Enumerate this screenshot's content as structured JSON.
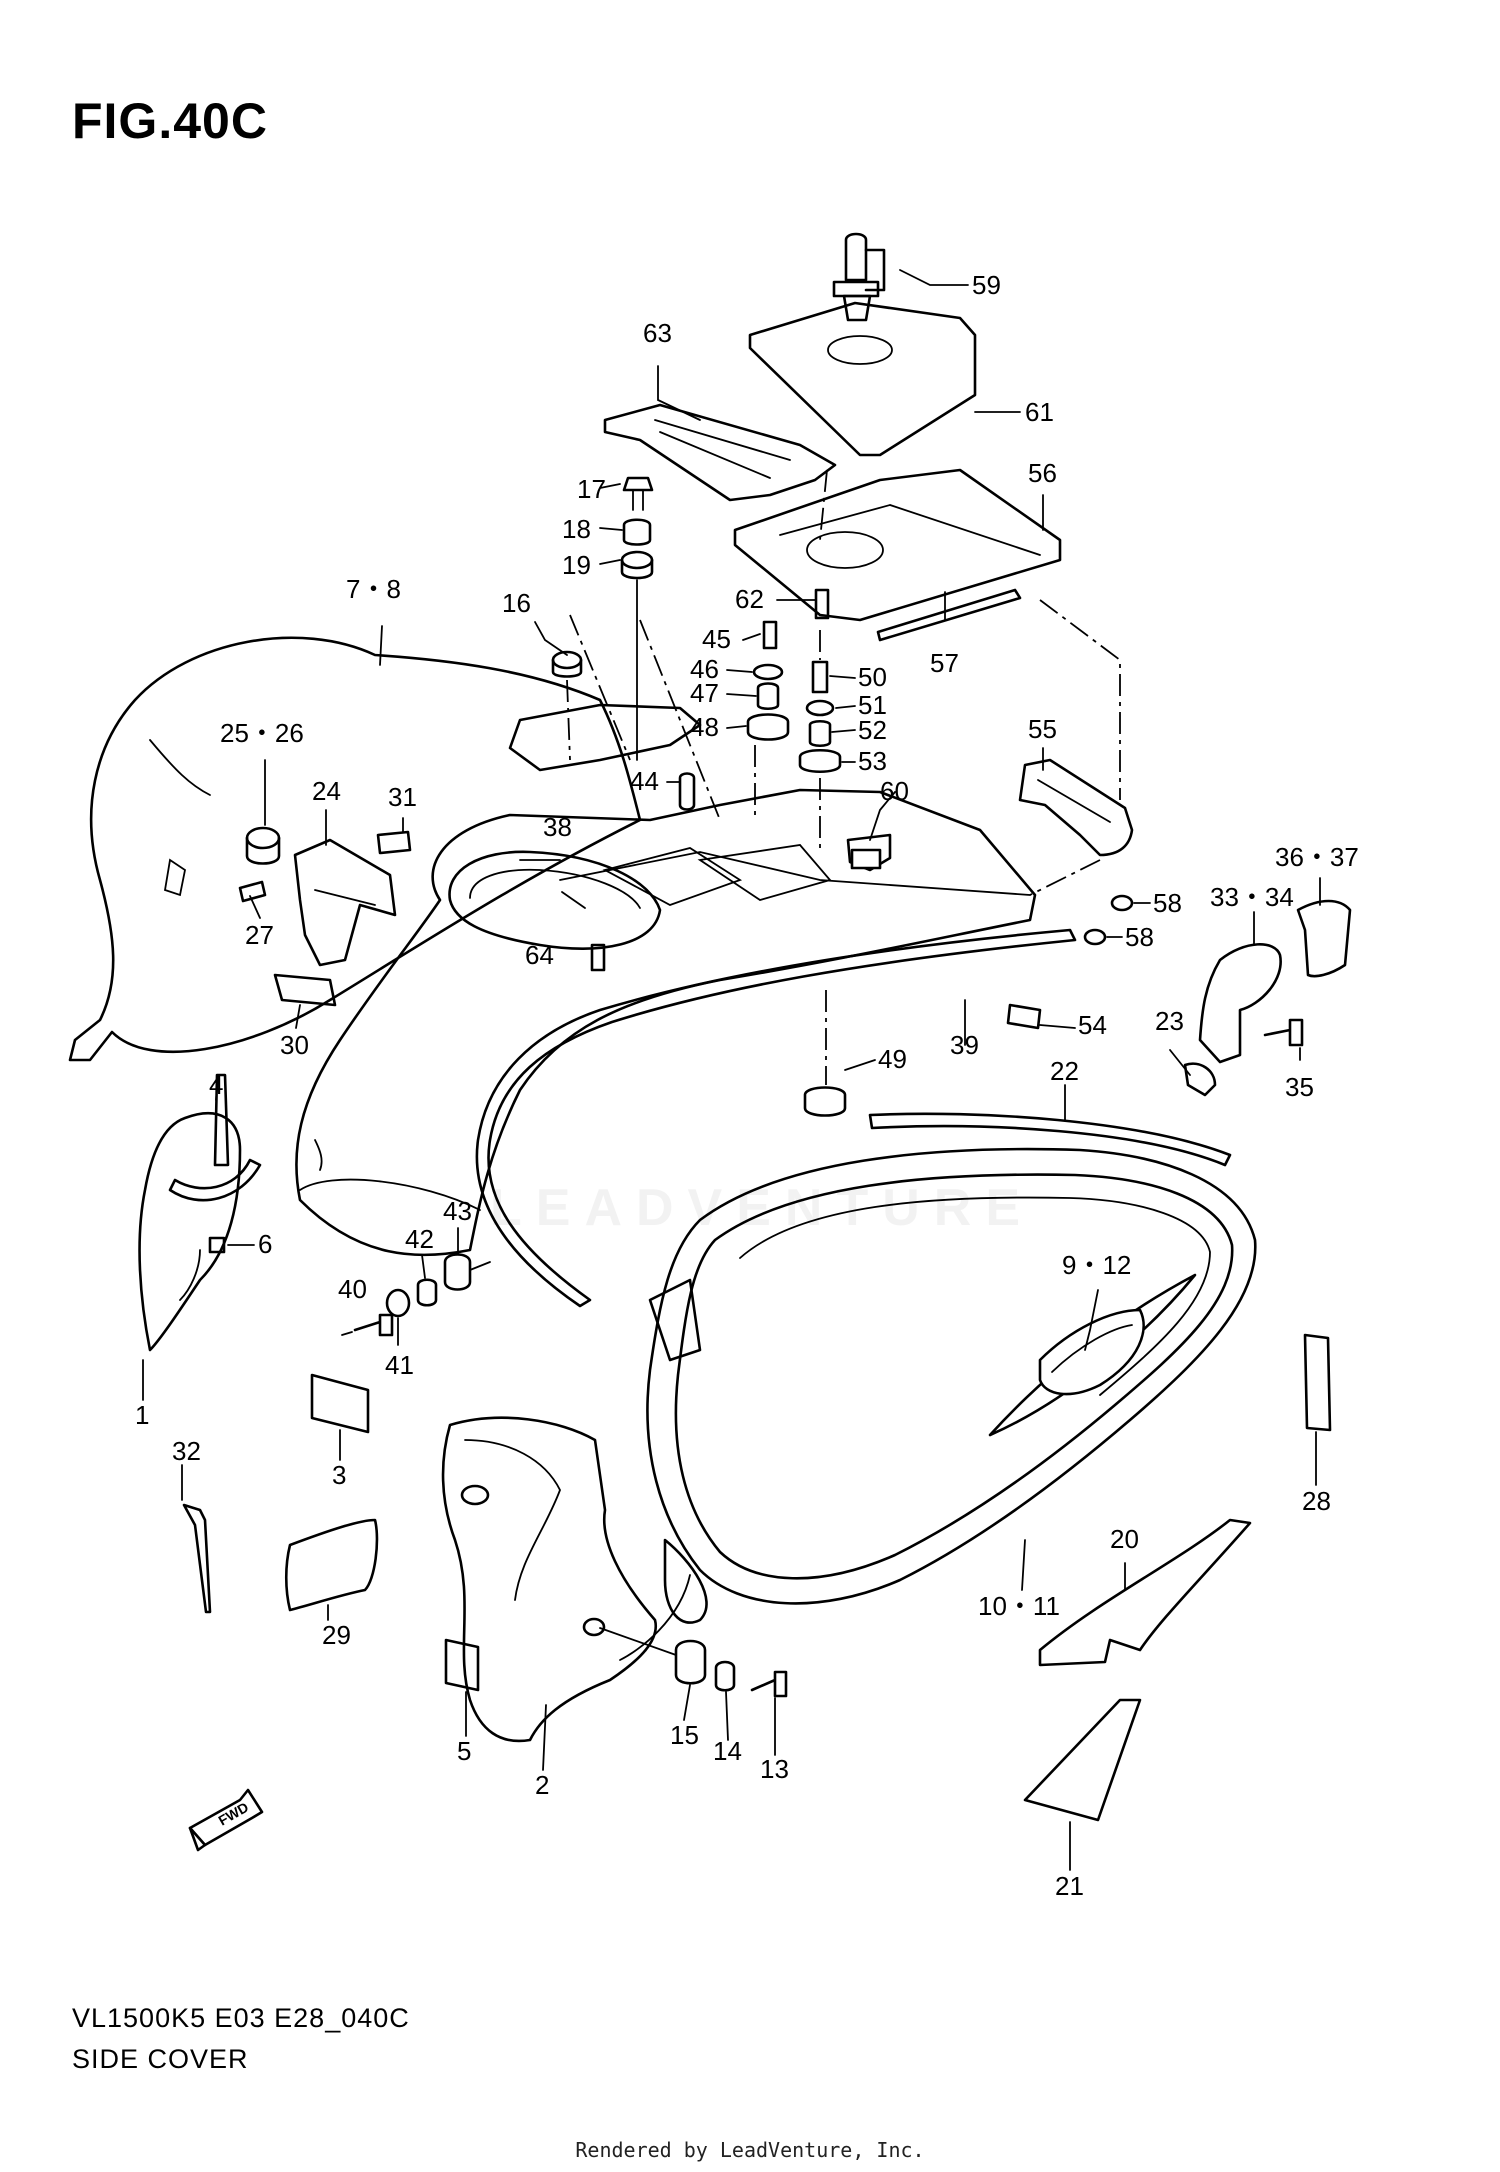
{
  "figure": {
    "title": "FIG.40C",
    "model_code": "VL1500K5 E03 E28_040C",
    "section_name": "SIDE COVER",
    "watermark": "LEADVENTURE",
    "footer": "Rendered by LeadVenture, Inc.",
    "fwd_label": "FWD"
  },
  "callouts": {
    "c1": "1",
    "c2": "2",
    "c3": "3",
    "c4": "4",
    "c5": "5",
    "c6": "6",
    "c7_8": "7・8",
    "c9_12": "9・12",
    "c10_11": "10・11",
    "c13": "13",
    "c14": "14",
    "c15": "15",
    "c16": "16",
    "c17": "17",
    "c18": "18",
    "c19": "19",
    "c20": "20",
    "c21": "21",
    "c22": "22",
    "c23": "23",
    "c24": "24",
    "c25_26": "25・26",
    "c27": "27",
    "c28": "28",
    "c29": "29",
    "c30": "30",
    "c31": "31",
    "c32": "32",
    "c33_34": "33・34",
    "c35": "35",
    "c36_37": "36・37",
    "c38": "38",
    "c39": "39",
    "c40": "40",
    "c41": "41",
    "c42": "42",
    "c43": "43",
    "c44": "44",
    "c45": "45",
    "c46": "46",
    "c47": "47",
    "c48": "48",
    "c49": "49",
    "c50": "50",
    "c51": "51",
    "c52": "52",
    "c53": "53",
    "c54": "54",
    "c55": "55",
    "c56": "56",
    "c57": "57",
    "c58a": "58",
    "c58b": "58",
    "c59": "59",
    "c60": "60",
    "c61": "61",
    "c62": "62",
    "c63": "63",
    "c64": "64"
  }
}
